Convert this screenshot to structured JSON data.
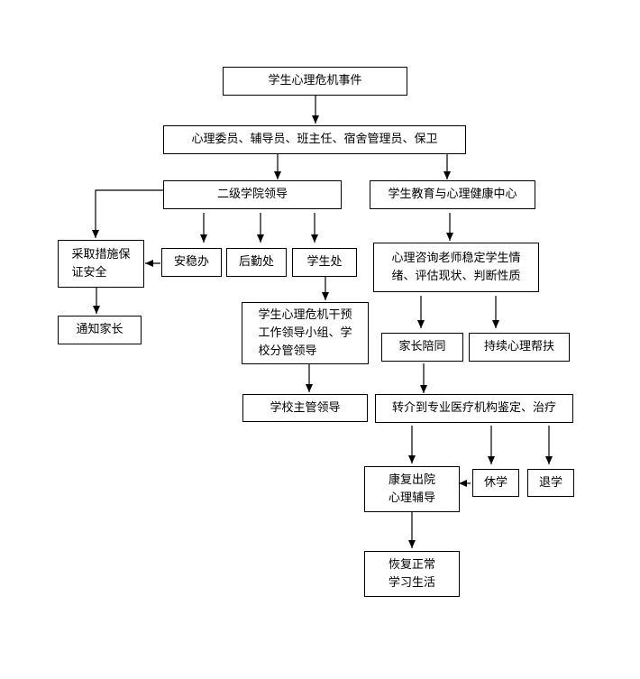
{
  "flowchart": {
    "nodes": {
      "crisis_event": "学生心理危机事件",
      "first_responders": "心理委员、辅导员、班主任、宿舍管理员、保卫",
      "college_leader": "二级学院领导",
      "mental_health_center": "学生教育与心理健康中心",
      "safety_measures": "采取措施保\n证安全",
      "anwen_office": "安稳办",
      "logistics": "后勤处",
      "student_office": "学生处",
      "counselor_stabilize": "心理咨询老师稳定学生情\n绪、评估现状、判断性质",
      "notify_parents": "通知家长",
      "intervention_group": "学生心理危机干预\n工作领导小组、学\n校分管领导",
      "parent_accompany": "家长陪同",
      "ongoing_support": "持续心理帮扶",
      "school_leader": "学校主管领导",
      "referral": "转介到专业医疗机构鉴定、治疗",
      "recovery_discharge": "康复出院\n心理辅导",
      "suspend_study": "休学",
      "withdraw": "退学",
      "resume_study": "恢复正常\n学习生活"
    }
  }
}
